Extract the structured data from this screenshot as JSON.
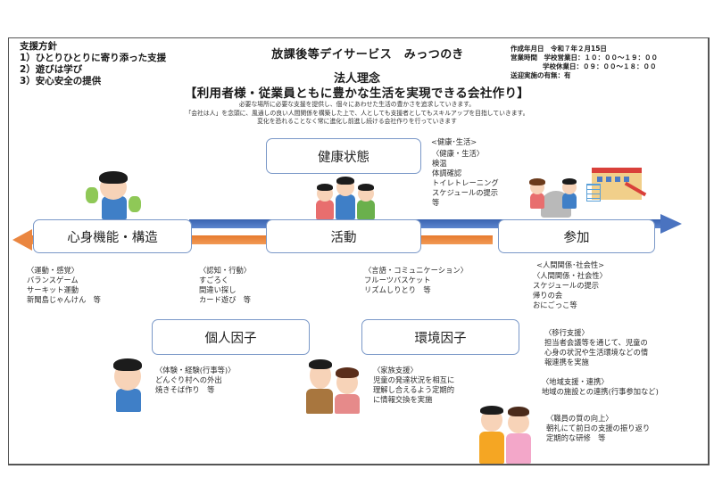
{
  "policy": {
    "heading": "支援方針",
    "items": [
      "1）ひとりひとりに寄り添った支援",
      "2）遊びは学び",
      "3）安心安全の提供"
    ]
  },
  "facility_title": "放課後等デイサービス　みっつのき",
  "info": {
    "created": "作成年月日　令和７年２月15日",
    "hours_label": "営業時間　学校営業日：１０：００～１９：００",
    "hours_holiday": "学校休業日：０９：００～１８：００",
    "transport": "送迎実施の有無：有"
  },
  "philosophy": {
    "heading": "法人理念",
    "main": "【利用者様・従業員ともに豊かな生活を実現できる会社作り】",
    "lines": [
      "必要な場所に必要な支援を提供し、個々にあわせた生活の豊かさを追求していきます。",
      "「会社は人」を念頭に、風通しの良い人間関係を構築した上で、人としても支援者としてもスキルアップを目指していきます。",
      "変化を恐れることなく常に進化し前進し続ける会社作りを行っていきます"
    ]
  },
  "boxes": {
    "health": "健康状態",
    "body": "心身機能・構造",
    "activity": "活動",
    "participation": "参加",
    "personal": "個人因子",
    "environment": "環境因子"
  },
  "notes": {
    "health_top": "<健康･生活>",
    "health": [
      "〈健康・生活〉",
      "検温",
      "体調確認",
      "トイレトレーニング",
      "スケジュールの提示",
      "等"
    ],
    "body": [
      "〈運動・感覚〉",
      "バランスゲーム",
      "サーキット運動",
      "新聞島じゃんけん　等"
    ],
    "cognition": [
      "〈認知・行動〉",
      "すごろく",
      "間違い探し",
      "カード遊び　等"
    ],
    "language": [
      "〈言語・コミュニケーション〉",
      "フルーツバスケット",
      "リズムしりとり　等"
    ],
    "participation_top": "<人間関係･社会性>",
    "participation": [
      "〈人間関係・社会性〉",
      "スケジュールの提示",
      "帰りの会",
      "おにごっこ等"
    ],
    "transition": [
      "〈移行支援〉",
      "担当者会議等を通じて、児童の",
      "心身の状況や生活環境などの情",
      "報連携を実施"
    ],
    "region": [
      "〈地域支援・連携〉",
      "地域の施設との連携(行事参加など)"
    ],
    "staff": [
      "〈職員の質の向上〉",
      "朝礼にて前日の支援の振り返り",
      "定期的な研修　等"
    ],
    "personal": [
      "〈体験・経験(行事等)〉",
      "どんぐり村への外出",
      "焼きそば作り　等"
    ],
    "family": [
      "〈家族支援〉",
      "児童の発達状況を相互に",
      "理解し合えるよう定期的",
      "に情報交換を実施"
    ]
  },
  "colors": {
    "arrow_blue": "#4a73c0",
    "arrow_orange": "#ea8640",
    "box_border": "#7a98c8"
  }
}
